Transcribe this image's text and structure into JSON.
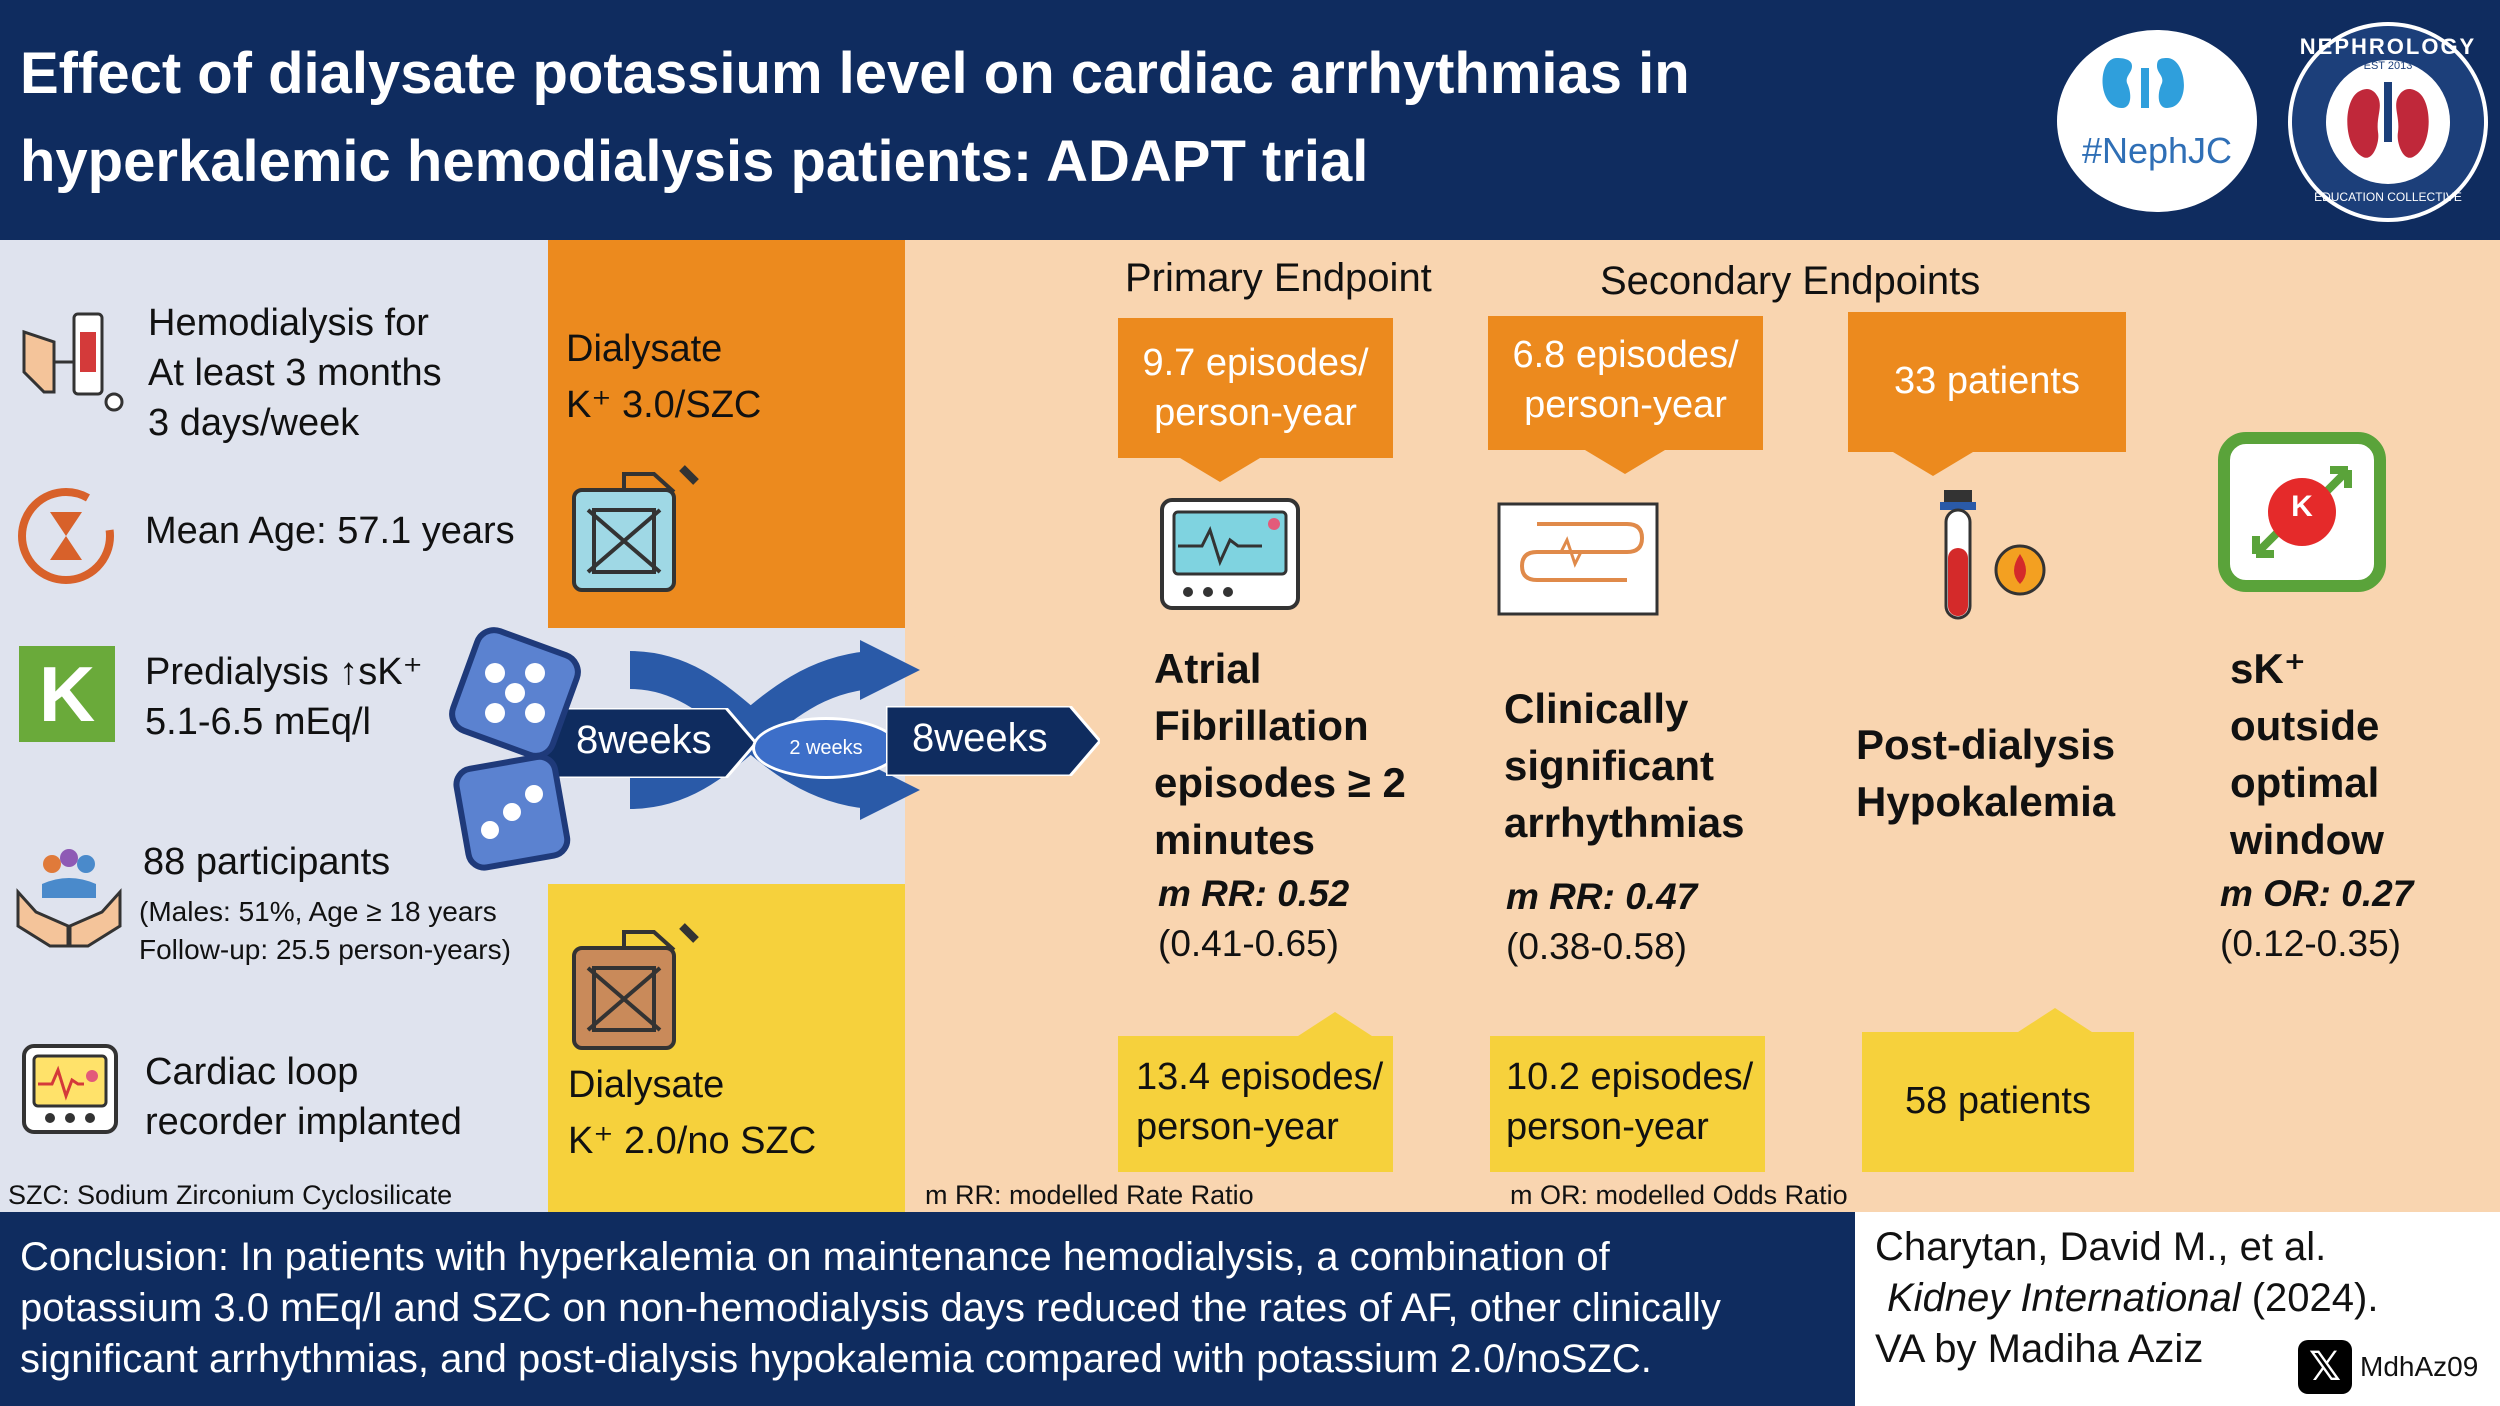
{
  "header": {
    "title_line1": "Effect of dialysate potassium level on cardiac arrhythmias in",
    "title_line2": "hyperkalemic hemodialysis patients: ADAPT trial",
    "nephjc_label": "#NephJC",
    "collective_top": "NEPHROLOGY",
    "collective_bottom": "EDUCATION COLLECTIVE",
    "collective_est": "EST 2013"
  },
  "population": {
    "hd_line1": "Hemodialysis for",
    "hd_line2": "At least 3 months",
    "hd_line3": "3 days/week",
    "age": "Mean Age: 57.1 years",
    "k_icon_letter": "K",
    "k_line1": "Predialysis ↑sK⁺",
    "k_line2": "5.1-6.5 mEq/l",
    "participants": "88 participants",
    "participants_sub1": "(Males: 51%, Age ≥ 18 years",
    "participants_sub2": "Follow-up: 25.5 person-years)",
    "loop_line1": "Cardiac loop",
    "loop_line2": "recorder implanted"
  },
  "arms": {
    "arm1_line1": "Dialysate",
    "arm1_line2": "K⁺ 3.0/SZC",
    "arm2_line1": "Dialysate",
    "arm2_line2": "K⁺ 2.0/no SZC",
    "period1": "8weeks",
    "washout": "2 weeks",
    "period2": "8weeks"
  },
  "endpoints": {
    "primary_header": "Primary Endpoint",
    "secondary_header": "Secondary Endpoints",
    "af": {
      "top_line1": "9.7 episodes/",
      "top_line2": "person-year",
      "label_line1": "Atrial",
      "label_line2": "Fibrillation",
      "label_line3": "episodes ≥ 2",
      "label_line4": "minutes",
      "stat": "m RR: 0.52",
      "ci": "(0.41-0.65)",
      "bottom_line1": "13.4 episodes/",
      "bottom_line2": "person-year"
    },
    "arr": {
      "top_line1": "6.8 episodes/",
      "top_line2": "person-year",
      "label_line1": "Clinically",
      "label_line2": "significant",
      "label_line3": "arrhythmias",
      "stat": "m RR: 0.47",
      "ci": "(0.38-0.58)",
      "bottom_line1": "10.2 episodes/",
      "bottom_line2": "person-year"
    },
    "hypo": {
      "top": "33 patients",
      "label_line1": "Post-dialysis",
      "label_line2": "Hypokalemia",
      "bottom": "58 patients"
    },
    "window": {
      "icon_letter": "K",
      "label_line1": "sK⁺",
      "label_line2": "outside",
      "label_line3": "optimal",
      "label_line4": "window",
      "stat": "m OR: 0.27",
      "ci": "(0.12-0.35)"
    }
  },
  "footnotes": {
    "szc": "SZC: Sodium Zirconium Cyclosilicate",
    "rr": "m RR: modelled Rate Ratio",
    "or": "m OR: modelled Odds Ratio"
  },
  "conclusion": {
    "line1": "Conclusion: In patients with hyperkalemia on maintenance hemodialysis, a combination of",
    "line2": "potassium 3.0 mEq/l and SZC on non-hemodialysis days reduced the rates of AF, other clinically",
    "line3": "significant arrhythmias, and post-dialysis hypokalemia compared with potassium 2.0/noSZC."
  },
  "citation": {
    "authors": "Charytan, David M., et al.",
    "journal": "Kidney International",
    "year": " (2024).",
    "va": "VA by Madiha Aziz",
    "x_handle": "MdhAz09"
  },
  "colors": {
    "navy": "#0f2c5f",
    "orange": "#ec8a1e",
    "yellow": "#f6d13c",
    "peach": "#f9d5b0",
    "grey_blue": "#dfe3ee"
  }
}
